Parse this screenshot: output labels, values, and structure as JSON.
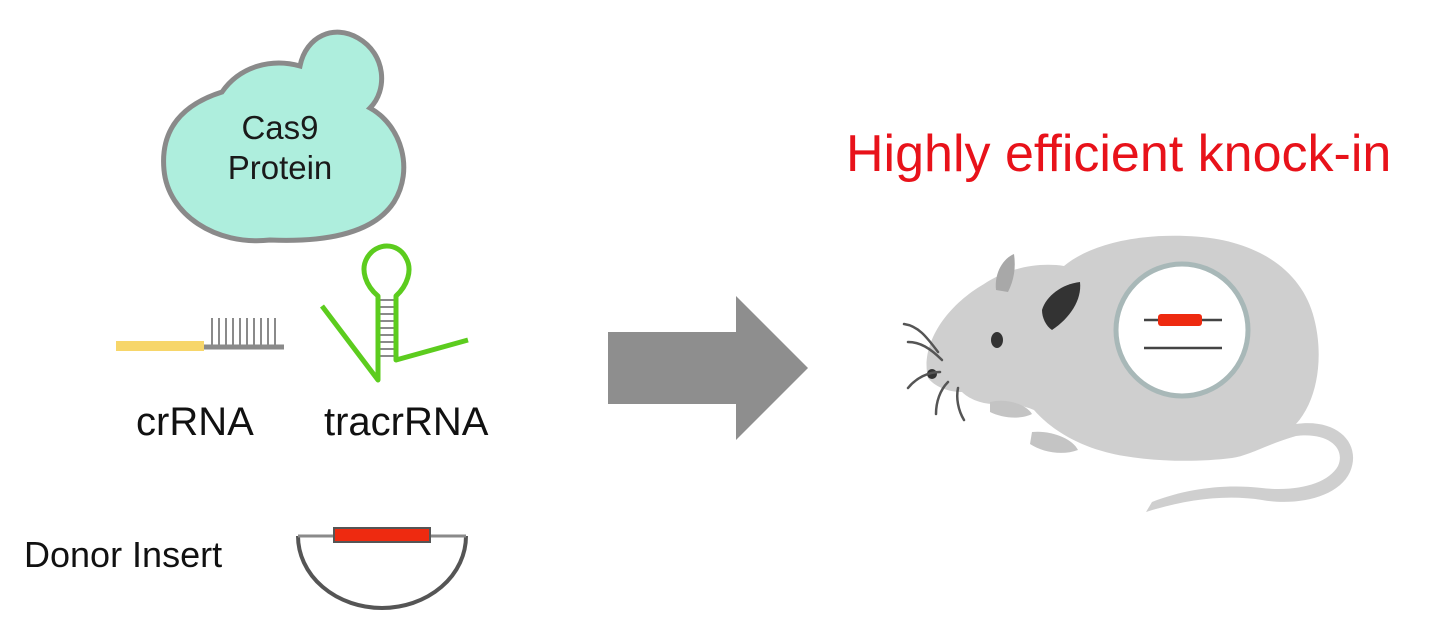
{
  "cas9": {
    "line1": "Cas9",
    "line2": "Protein"
  },
  "crrna": {
    "label": "crRNA"
  },
  "tracrrna": {
    "label": "tracrRNA"
  },
  "donor": {
    "label": "Donor Insert"
  },
  "result": {
    "headline": "Highly efficient knock-in"
  },
  "colors": {
    "cas9_fill": "#aeeedd",
    "outline_grey": "#8a8a8a",
    "crrna_yellow": "#f7d66a",
    "tracr_green": "#5ccc1e",
    "insert_red": "#ee2a10",
    "arrow_grey": "#8e8e8e",
    "mouse_grey": "#cfcfcf",
    "headline_red": "#e8121a"
  },
  "icons": [
    "cas9-protein-blob-icon",
    "crrna-icon",
    "tracrrna-hairpin-icon",
    "donor-insert-icon",
    "process-arrow-icon",
    "mouse-icon",
    "knock-in-magnifier-icon"
  ]
}
